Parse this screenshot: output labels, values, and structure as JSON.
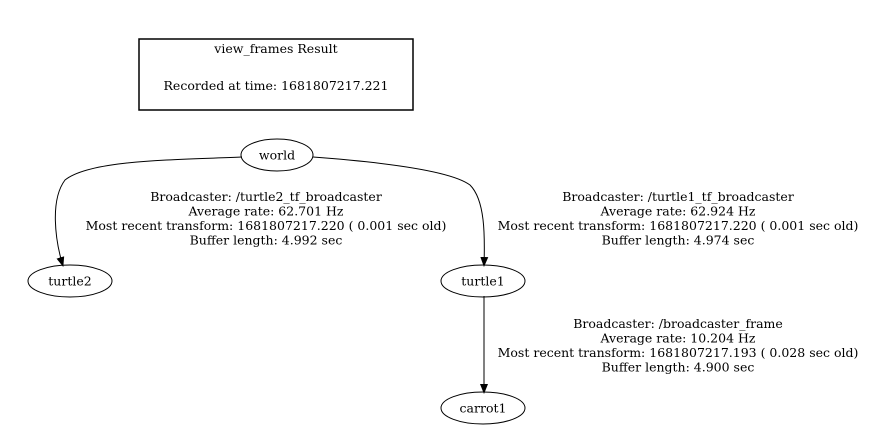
{
  "result_box": {
    "title": "view_frames Result",
    "recorded": "Recorded at time: 1681807217.221"
  },
  "nodes": {
    "world": "world",
    "turtle2": "turtle2",
    "turtle1": "turtle1",
    "carrot1": "carrot1"
  },
  "edges": {
    "world_turtle2": {
      "broadcaster": "Broadcaster: /turtle2_tf_broadcaster",
      "rate": "Average rate: 62.701 Hz",
      "recent": "Most recent transform: 1681807217.220 ( 0.001 sec old)",
      "buffer": "Buffer length: 4.992 sec"
    },
    "world_turtle1": {
      "broadcaster": "Broadcaster: /turtle1_tf_broadcaster",
      "rate": "Average rate: 62.924 Hz",
      "recent": "Most recent transform: 1681807217.220 ( 0.001 sec old)",
      "buffer": "Buffer length: 4.974 sec"
    },
    "turtle1_carrot1": {
      "broadcaster": "Broadcaster: /broadcaster_frame",
      "rate": "Average rate: 10.204 Hz",
      "recent": "Most recent transform: 1681807217.193 ( 0.028 sec old)",
      "buffer": "Buffer length: 4.900 sec"
    }
  }
}
